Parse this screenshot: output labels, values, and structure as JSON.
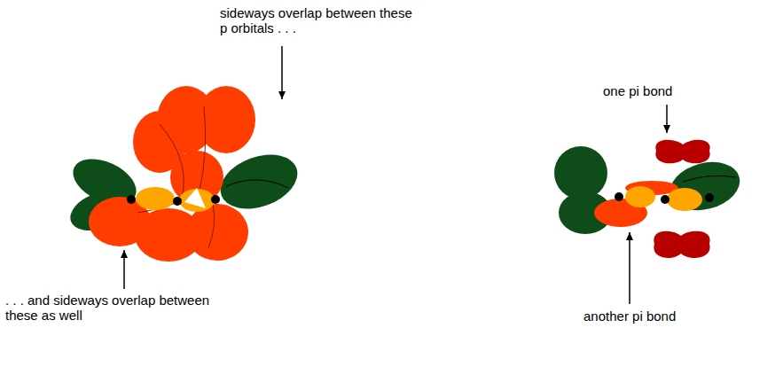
{
  "diagram": {
    "labels": [
      "sideways overlap between these p orbitals . . .",
      ". . . and sideways overlap between these as well",
      "one pi bond",
      "another pi bond"
    ]
  }
}
